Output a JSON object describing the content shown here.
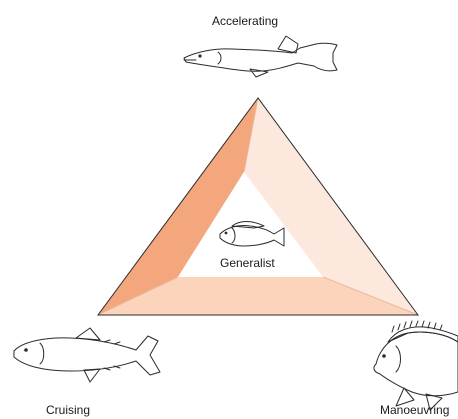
{
  "diagram": {
    "apex_top": "Accelerating",
    "apex_left": "Cruising",
    "apex_right": "Manoeuvring",
    "center": "Generalist",
    "icons": [
      "pike-fish-icon",
      "tuna-fish-icon",
      "reef-fish-icon",
      "perch-fish-icon"
    ],
    "colors": {
      "left_face": "#f4a67c",
      "right_face": "#fde8dd",
      "bottom_face": "#fcd4bc",
      "outline": "#2b2b2b",
      "fish_fill": "#d3d3d3"
    }
  }
}
